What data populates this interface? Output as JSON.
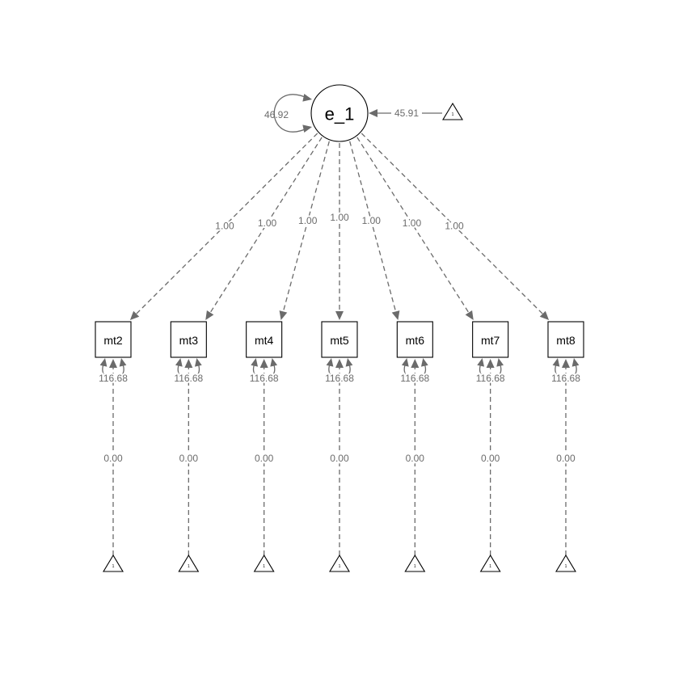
{
  "latent": {
    "label": "e_1",
    "variance_label": "46.92",
    "mean_label": "45.91",
    "mean_constant": "1"
  },
  "indicators": [
    {
      "label": "mt2",
      "loading": "1.00",
      "residual_variance": "116.68",
      "intercept": "0.00",
      "constant": "1"
    },
    {
      "label": "mt3",
      "loading": "1.00",
      "residual_variance": "116.68",
      "intercept": "0.00",
      "constant": "1"
    },
    {
      "label": "mt4",
      "loading": "1.00",
      "residual_variance": "116.68",
      "intercept": "0.00",
      "constant": "1"
    },
    {
      "label": "mt5",
      "loading": "1.00",
      "residual_variance": "116.68",
      "intercept": "0.00",
      "constant": "1"
    },
    {
      "label": "mt6",
      "loading": "1.00",
      "residual_variance": "116.68",
      "intercept": "0.00",
      "constant": "1"
    },
    {
      "label": "mt7",
      "loading": "1.00",
      "residual_variance": "116.68",
      "intercept": "0.00",
      "constant": "1"
    },
    {
      "label": "mt8",
      "loading": "1.00",
      "residual_variance": "116.68",
      "intercept": "0.00",
      "constant": "1"
    }
  ],
  "colors": {
    "edge": "#6b6b6b",
    "node_stroke": "#000000",
    "background": "#ffffff"
  }
}
